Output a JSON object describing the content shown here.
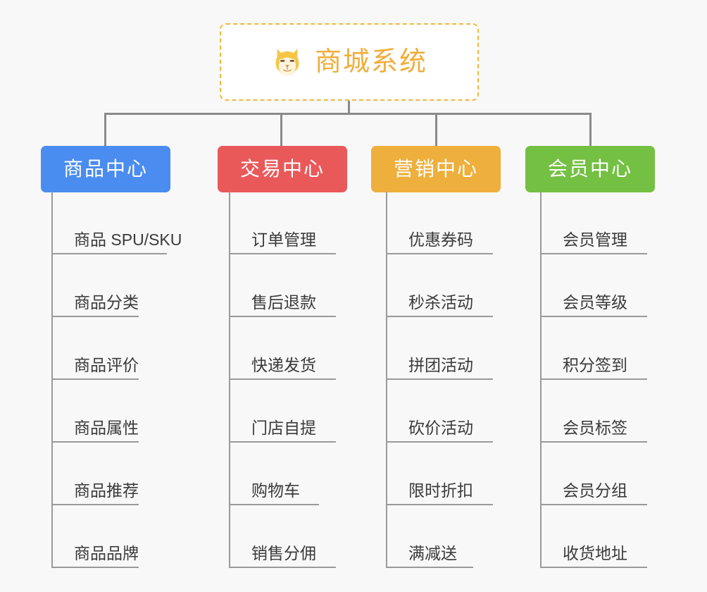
{
  "page": {
    "background": "#f8f8f8",
    "connector_color": "#8a8a8a"
  },
  "root": {
    "title": "商城系统",
    "icon": "shiba-dog-face-icon",
    "border_color": "#f3b73d",
    "text_color": "#f0ad3c",
    "background": "#ffffff"
  },
  "categories": [
    {
      "label": "商品中心",
      "color": "#4a8cf0",
      "items": [
        "商品 SPU/SKU",
        "商品分类",
        "商品评价",
        "商品属性",
        "商品推荐",
        "商品品牌"
      ]
    },
    {
      "label": "交易中心",
      "color": "#e9595a",
      "items": [
        "订单管理",
        "售后退款",
        "快递发货",
        "门店自提",
        "购物车",
        "销售分佣"
      ]
    },
    {
      "label": "营销中心",
      "color": "#eeaf3c",
      "items": [
        "优惠券码",
        "秒杀活动",
        "拼团活动",
        "砍价活动",
        "限时折扣",
        "满减送"
      ]
    },
    {
      "label": "会员中心",
      "color": "#74c043",
      "items": [
        "会员管理",
        "会员等级",
        "积分签到",
        "会员标签",
        "会员分组",
        "收货地址"
      ]
    }
  ]
}
